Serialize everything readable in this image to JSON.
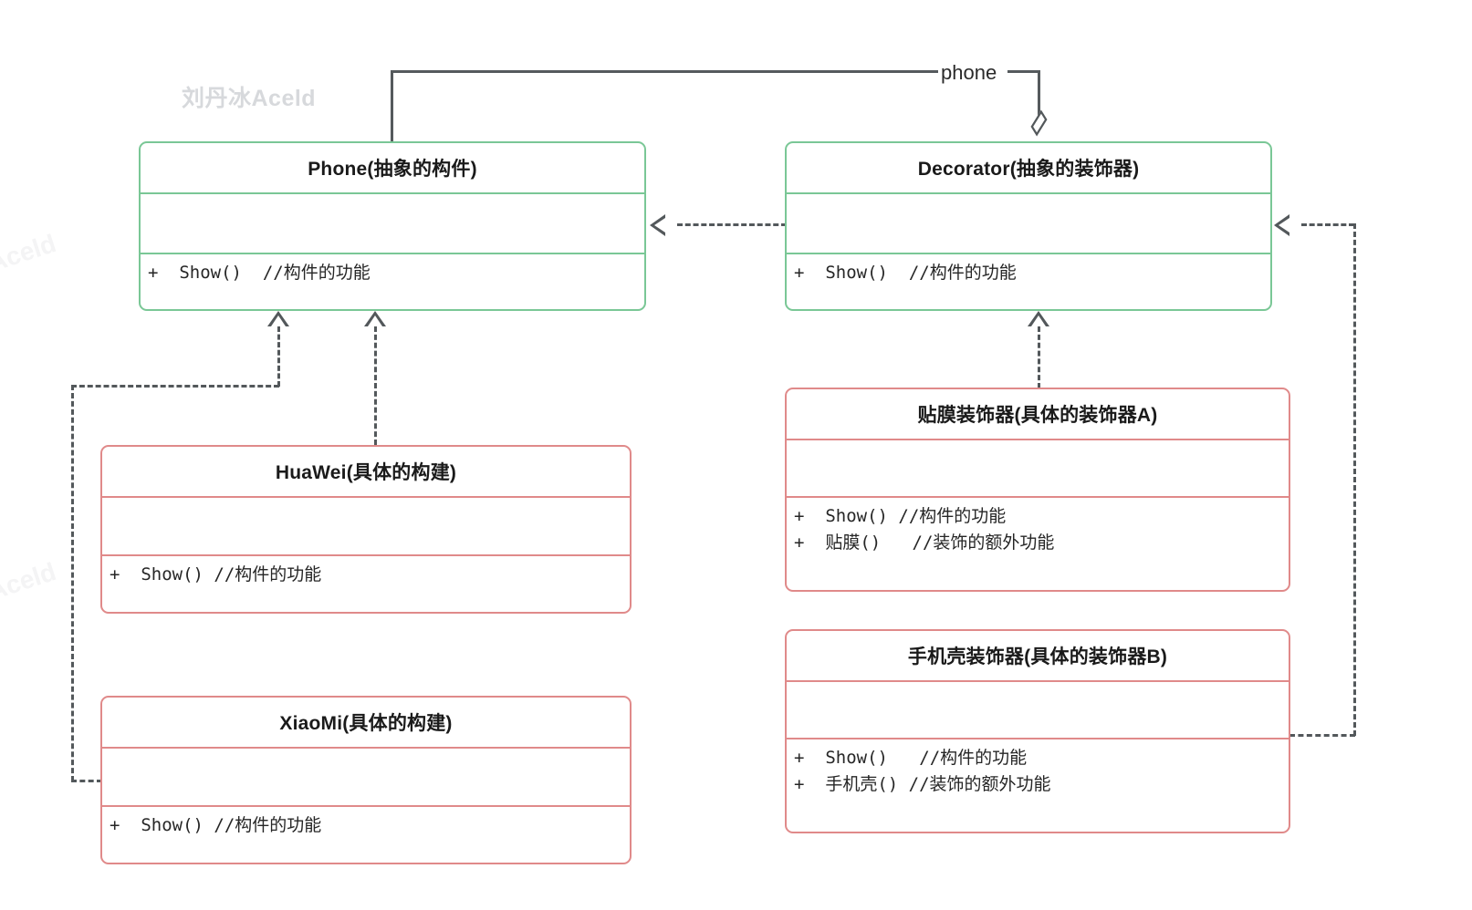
{
  "diagram": {
    "kind": "uml-class-diagram",
    "pattern": "Decorator Pattern",
    "colors": {
      "abstract_border": "#7ac796",
      "concrete_border": "#e08a8a",
      "connector": "#53585b",
      "text": "#1a1a1a",
      "watermark": "#d7d9dc",
      "background": "#ffffff"
    }
  },
  "watermarks": {
    "main": "刘丹冰Aceld",
    "faint_1": "Aceld",
    "faint_2": "Aceld"
  },
  "edge_labels": {
    "phone": "phone"
  },
  "classes": {
    "phone": {
      "name_latin": "Phone",
      "name_suffix": "(抽象的构件)",
      "title": "Phone(抽象的构件)",
      "attributes": [],
      "operations": [
        "+  Show()  //构件的功能"
      ],
      "stereotype": "abstract-component"
    },
    "decorator": {
      "name_latin": "Decorator",
      "name_suffix": "(抽象的装饰器)",
      "title": "Decorator(抽象的装饰器)",
      "attributes": [],
      "operations": [
        "+  Show()  //构件的功能"
      ],
      "stereotype": "abstract-decorator"
    },
    "huawei": {
      "name_latin": "HuaWei",
      "name_suffix": "(具体的构建)",
      "title": "HuaWei(具体的构建)",
      "attributes": [],
      "operations": [
        "+  Show() //构件的功能"
      ],
      "stereotype": "concrete-component"
    },
    "xiaomi": {
      "name_latin": "XiaoMi",
      "name_suffix": "(具体的构建)",
      "title": "XiaoMi(具体的构建)",
      "attributes": [],
      "operations": [
        "+  Show() //构件的功能"
      ],
      "stereotype": "concrete-component"
    },
    "film_decorator": {
      "name_latin": "",
      "name_suffix": "贴膜装饰器(具体的装饰器A)",
      "title": "贴膜装饰器(具体的装饰器A)",
      "attributes": [],
      "operations": [
        "+  Show() //构件的功能",
        "+  贴膜()   //装饰的额外功能"
      ],
      "stereotype": "concrete-decorator-a"
    },
    "case_decorator": {
      "name_latin": "",
      "name_suffix": "手机壳装饰器(具体的装饰器B)",
      "title": "手机壳装饰器(具体的装饰器B)",
      "attributes": [],
      "operations": [
        "+  Show()   //构件的功能",
        "+  手机壳() //装饰的额外功能"
      ],
      "stereotype": "concrete-decorator-b"
    }
  },
  "relations": [
    {
      "id": "aggregation-phone-decorator",
      "from": "Decorator",
      "to": "Phone",
      "type": "aggregation",
      "label": "phone",
      "style": "solid",
      "head": "hollow-diamond"
    },
    {
      "id": "realization-decorator-phone",
      "from": "Decorator",
      "to": "Phone",
      "type": "realization",
      "label": "",
      "style": "dashed",
      "head": "hollow-triangle"
    },
    {
      "id": "realization-huawei-phone",
      "from": "HuaWei",
      "to": "Phone",
      "type": "realization",
      "label": "",
      "style": "dashed",
      "head": "hollow-triangle"
    },
    {
      "id": "realization-xiaomi-phone",
      "from": "XiaoMi",
      "to": "Phone",
      "type": "realization",
      "label": "",
      "style": "dashed",
      "head": "hollow-triangle"
    },
    {
      "id": "realization-film-decorator",
      "from": "贴膜装饰器",
      "to": "Decorator",
      "type": "realization",
      "label": "",
      "style": "dashed",
      "head": "hollow-triangle"
    },
    {
      "id": "realization-case-decorator",
      "from": "手机壳装饰器",
      "to": "Decorator",
      "type": "realization",
      "label": "",
      "style": "dashed",
      "head": "hollow-triangle"
    }
  ]
}
